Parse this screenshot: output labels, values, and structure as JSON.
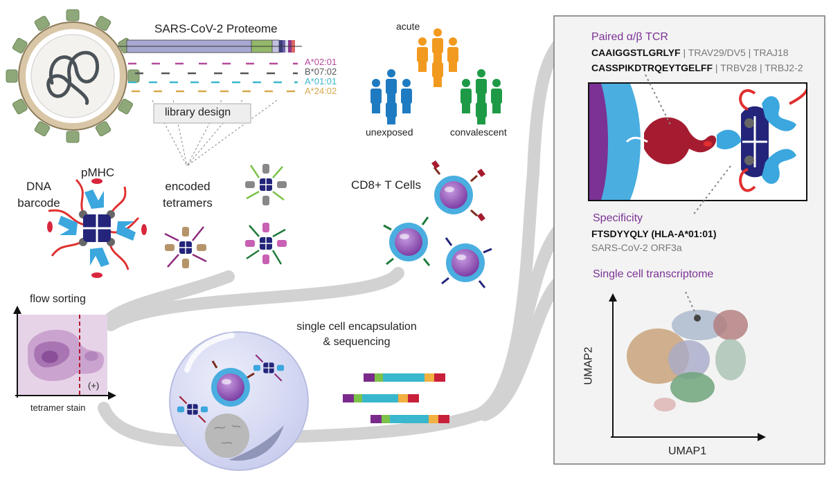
{
  "proteome": {
    "title": "SARS-CoV-2 Proteome",
    "alleles": [
      {
        "name": "A*02:01",
        "color": "#b5499c"
      },
      {
        "name": "B*07:02",
        "color": "#555555"
      },
      {
        "name": "A*01:01",
        "color": "#39b7cd"
      },
      {
        "name": "A*24:02",
        "color": "#d6a84a"
      }
    ],
    "library_design": "library design"
  },
  "cohorts": {
    "acute": {
      "label": "acute",
      "color": "#f29a1f"
    },
    "unexposed": {
      "label": "unexposed",
      "color": "#1f7bc1"
    },
    "convalescent": {
      "label": "convalescent",
      "color": "#1e9a46"
    }
  },
  "reagents": {
    "dna_barcode": "DNA barcode",
    "pmhc": "pMHC",
    "encoded_tetramers": "encoded tetramers",
    "cd8_t_cells": "CD8+ T Cells"
  },
  "flow": {
    "title": "flow sorting",
    "xlabel": "tetramer stain",
    "gate": "(+)"
  },
  "encapsulation": {
    "label": "single cell encapsulation & sequencing"
  },
  "results": {
    "paired_tcr": {
      "title": "Paired α/β TCR",
      "alpha_cdr3": "CAAIGGSTLGRLYF",
      "alpha_genes": "| TRAV29/DV5 | TRAJ18",
      "beta_cdr3": "CASSPIKDTRQEYTGELFF",
      "beta_genes": "| TRBV28 | TRBJ2-2"
    },
    "specificity": {
      "title": "Specificity",
      "epitope": "FTSDYYQLY (HLA-A*01:01)",
      "source": "SARS-CoV-2 ORF3a"
    },
    "transcriptome": {
      "title": "Single cell transcriptome",
      "xlabel": "UMAP1",
      "ylabel": "UMAP2"
    }
  },
  "colors": {
    "accent_purple": "#7b3294",
    "mhc_navy": "#23247a",
    "tcell_blue": "#4aaee0",
    "tcell_purple": "#9b59b6",
    "tcr_red": "#a51c30",
    "flow_arrow_grey": "#d2d2d2"
  }
}
